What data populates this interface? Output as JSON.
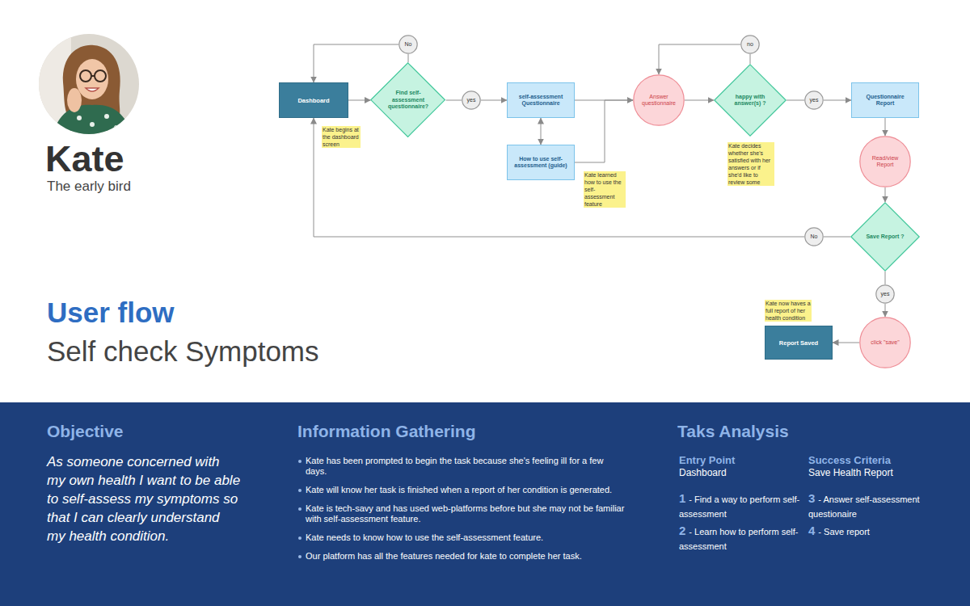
{
  "diagram": {
    "title": "User flow",
    "nodes": [
      {
        "text": [
          "Dashboard"
        ]
      },
      {
        "text": [
          "Find self-assessment questionnaire?"
        ]
      },
      {
        "text": [
          "No"
        ]
      },
      {
        "text": [
          "yes"
        ]
      },
      {
        "text": [
          "self-assessment Questionnaire"
        ]
      },
      {
        "text": [
          "How to use self-assessment (guide)"
        ]
      },
      {
        "text": [
          "Answer questionnaire"
        ]
      },
      {
        "text": [
          "no"
        ]
      },
      {
        "text": [
          "happy with answer(s) ?"
        ]
      },
      {
        "text": [
          "yes"
        ]
      },
      {
        "text": [
          "Questionnaire Report"
        ]
      },
      {
        "text": [
          "Read/view Report"
        ]
      },
      {
        "text": [
          "Save Report ?"
        ]
      },
      {
        "text": [
          "No"
        ]
      },
      {
        "text": [
          "yes"
        ]
      },
      {
        "text": [
          "click \"save\""
        ]
      },
      {
        "text": [
          "Report Saved"
        ]
      },
      {
        "text": [
          "Objective",
          "As someone concerned with my own health I want to be able to self-assess my symptoms so that I can clearly understand my health condition.",
          "Information Gathering",
          "Kate has been prompted to begin the task because she's feeling ill for a few days.",
          "Kate will know her task is finished when a report of her condition is generated.",
          "Kate is tech-savy and has used web-platforms before but she may not be familiar with self-assessment feature.",
          "Kate needs to know how to use the self-assessment feature.",
          "Our platform has all the features needed for kate to complete her task.",
          "Taks Analysis",
          "Entry Point",
          "Dashboard",
          "Success Criteria",
          "Save Health Report",
          "1",
          "- Find a way to perform self-assessment",
          "2",
          "- Learn how to perform self-assessment",
          "3",
          "- Answer self-assessment questionaire",
          "4",
          "- Save report"
        ]
      }
    ],
    "edges": [
      {
        "from": 0,
        "to": 1,
        "arrow": "to"
      },
      {
        "from": 1,
        "to": 2,
        "arrow": "none"
      },
      {
        "from": 2,
        "to": 0,
        "arrow": "to"
      },
      {
        "from": 1,
        "to": 3,
        "arrow": "none"
      },
      {
        "from": 3,
        "to": 4,
        "arrow": "to"
      },
      {
        "from": 4,
        "to": 5,
        "arrow": "both"
      },
      {
        "from": 4,
        "to": 6,
        "arrow": "to"
      },
      {
        "from": 5,
        "to": 6,
        "arrow": "to"
      },
      {
        "from": 6,
        "to": 8,
        "arrow": "to"
      },
      {
        "from": 8,
        "to": 7,
        "arrow": "none"
      },
      {
        "from": 7,
        "to": 6,
        "arrow": "to"
      },
      {
        "from": 8,
        "to": 9,
        "arrow": "none"
      },
      {
        "from": 9,
        "to": 10,
        "arrow": "to"
      },
      {
        "from": 10,
        "to": 11,
        "arrow": "to"
      },
      {
        "from": 11,
        "to": 12,
        "arrow": "to"
      },
      {
        "from": 12,
        "to": 13,
        "arrow": "none"
      },
      {
        "from": 13,
        "to": 0,
        "arrow": "to"
      },
      {
        "from": 12,
        "to": 14,
        "arrow": "none"
      },
      {
        "from": 14,
        "to": 15,
        "arrow": "to"
      },
      {
        "from": 15,
        "to": 16,
        "arrow": "to"
      }
    ],
    "labels": [
      "Kate",
      "The early bird",
      "Self check Symptoms",
      "Kate begins at the dashboard screen",
      "Kate learned how to use the self-assessment feature",
      "Kate decides whether she's satisfied with her answers or if she'd like to review some",
      "Kate now haves a full report of her health condition"
    ]
  }
}
